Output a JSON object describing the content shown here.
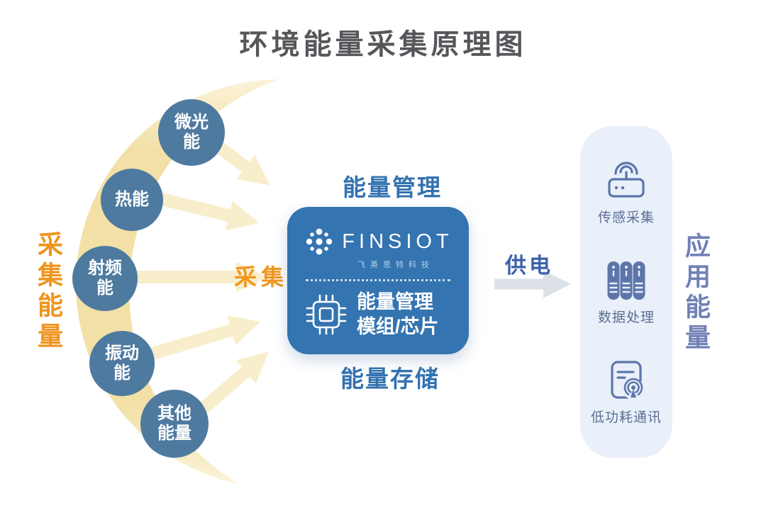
{
  "title": "环境能量采集原理图",
  "left_side_label": "采集能量",
  "right_side_label": "应用能量",
  "collect_label": "采集",
  "power_label": "供电",
  "energy_sources": [
    {
      "label": "微光能"
    },
    {
      "label": "热能"
    },
    {
      "label": "射频能"
    },
    {
      "label": "振动能"
    },
    {
      "label": "其他能量"
    }
  ],
  "center_box": {
    "top_label": "能量管理",
    "bottom_label": "能量存储",
    "brand": "FINSIOT",
    "brand_sub": "飞英思特科技",
    "module_line1": "能量管理",
    "module_line2": "模组/芯片"
  },
  "applications": [
    {
      "label": "传感采集",
      "icon": "sensor-router-icon"
    },
    {
      "label": "数据处理",
      "icon": "data-server-icon"
    },
    {
      "label": "低功耗通讯",
      "icon": "lowpower-comm-icon"
    }
  ],
  "colors": {
    "title": "#55575a",
    "accent_orange": "#f0961f",
    "source_circle_blue": "#4e7aa0",
    "center_box_blue": "#3474b0",
    "label_blue": "#3372b0",
    "power_blue": "#3a61ab",
    "fan_yellow": "#f2e0a6",
    "arrow_cream": "#f8eecb",
    "panel_bg": "#e9f0fa",
    "panel_icon_blue": "#5d76aa",
    "panel_text": "#5d6e93",
    "right_label_blue": "#7181b6",
    "gray_arrow": "#dce1e8"
  }
}
